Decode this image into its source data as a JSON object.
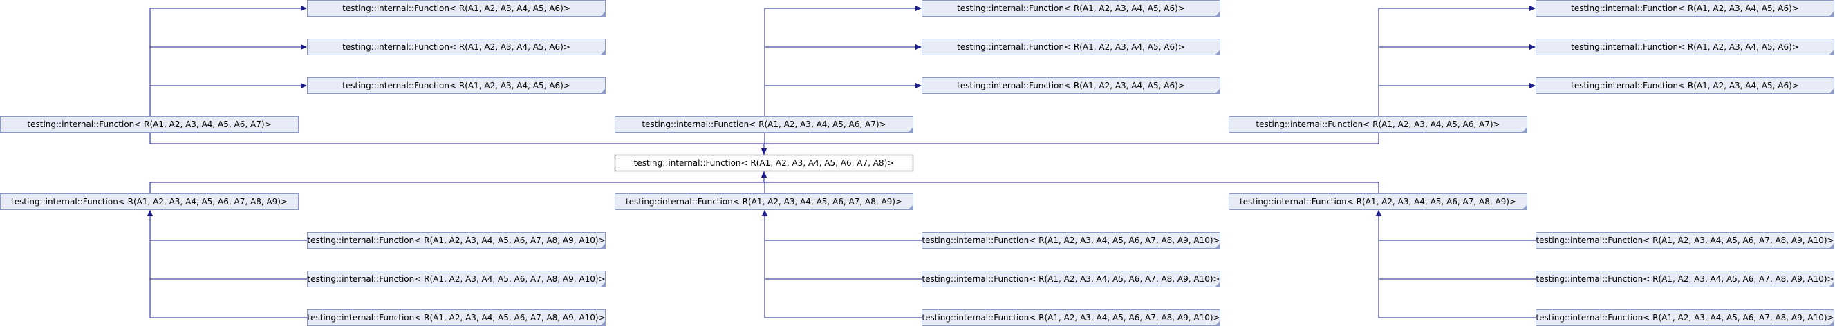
{
  "colors": {
    "node_fill": "#e8ecf7",
    "node_border": "#8c9ac8",
    "edge": "#1a1a8c",
    "main_border": "#000000"
  },
  "diagram": {
    "main": {
      "id": "m",
      "label": "testing::internal::Function< R(A1, A2, A3, A4, A5, A6, A7, A8)>"
    },
    "nodes": [
      {
        "id": "a7_l",
        "label": "testing::internal::Function< R(A1, A2, A3, A4, A5, A6, A7)>"
      },
      {
        "id": "a7_c",
        "label": "testing::internal::Function< R(A1, A2, A3, A4, A5, A6, A7)>"
      },
      {
        "id": "a7_r",
        "label": "testing::internal::Function< R(A1, A2, A3, A4, A5, A6, A7)>"
      },
      {
        "id": "a9_l",
        "label": "testing::internal::Function< R(A1, A2, A3, A4, A5, A6, A7, A8, A9)>"
      },
      {
        "id": "a9_c",
        "label": "testing::internal::Function< R(A1, A2, A3, A4, A5, A6, A7, A8, A9)>"
      },
      {
        "id": "a9_r",
        "label": "testing::internal::Function< R(A1, A2, A3, A4, A5, A6, A7, A8, A9)>"
      },
      {
        "id": "a6_l1",
        "label": "testing::internal::Function< R(A1, A2, A3, A4, A5, A6)>"
      },
      {
        "id": "a6_l2",
        "label": "testing::internal::Function< R(A1, A2, A3, A4, A5, A6)>"
      },
      {
        "id": "a6_l3",
        "label": "testing::internal::Function< R(A1, A2, A3, A4, A5, A6)>"
      },
      {
        "id": "a6_c1",
        "label": "testing::internal::Function< R(A1, A2, A3, A4, A5, A6)>"
      },
      {
        "id": "a6_c2",
        "label": "testing::internal::Function< R(A1, A2, A3, A4, A5, A6)>"
      },
      {
        "id": "a6_c3",
        "label": "testing::internal::Function< R(A1, A2, A3, A4, A5, A6)>"
      },
      {
        "id": "a6_r1",
        "label": "testing::internal::Function< R(A1, A2, A3, A4, A5, A6)>"
      },
      {
        "id": "a6_r2",
        "label": "testing::internal::Function< R(A1, A2, A3, A4, A5, A6)>"
      },
      {
        "id": "a6_r3",
        "label": "testing::internal::Function< R(A1, A2, A3, A4, A5, A6)>"
      },
      {
        "id": "a10_l1",
        "label": "testing::internal::Function< R(A1, A2, A3, A4, A5, A6, A7, A8, A9, A10)>"
      },
      {
        "id": "a10_l2",
        "label": "testing::internal::Function< R(A1, A2, A3, A4, A5, A6, A7, A8, A9, A10)>"
      },
      {
        "id": "a10_l3",
        "label": "testing::internal::Function< R(A1, A2, A3, A4, A5, A6, A7, A8, A9, A10)>"
      },
      {
        "id": "a10_c1",
        "label": "testing::internal::Function< R(A1, A2, A3, A4, A5, A6, A7, A8, A9, A10)>"
      },
      {
        "id": "a10_c2",
        "label": "testing::internal::Function< R(A1, A2, A3, A4, A5, A6, A7, A8, A9, A10)>"
      },
      {
        "id": "a10_c3",
        "label": "testing::internal::Function< R(A1, A2, A3, A4, A5, A6, A7, A8, A9, A10)>"
      },
      {
        "id": "a10_r1",
        "label": "testing::internal::Function< R(A1, A2, A3, A4, A5, A6, A7, A8, A9, A10)>"
      },
      {
        "id": "a10_r2",
        "label": "testing::internal::Function< R(A1, A2, A3, A4, A5, A6, A7, A8, A9, A10)>"
      },
      {
        "id": "a10_r3",
        "label": "testing::internal::Function< R(A1, A2, A3, A4, A5, A6, A7, A8, A9, A10)>"
      }
    ],
    "edges": [
      {
        "from": "a7_l",
        "to": "m"
      },
      {
        "from": "a7_c",
        "to": "m"
      },
      {
        "from": "a7_r",
        "to": "m"
      },
      {
        "from": "a9_l",
        "to": "m"
      },
      {
        "from": "a9_c",
        "to": "m"
      },
      {
        "from": "a9_r",
        "to": "m"
      },
      {
        "from": "a6_l1",
        "to": "a7_l"
      },
      {
        "from": "a6_l2",
        "to": "a7_l"
      },
      {
        "from": "a6_l3",
        "to": "a7_l"
      },
      {
        "from": "a6_c1",
        "to": "a7_c"
      },
      {
        "from": "a6_c2",
        "to": "a7_c"
      },
      {
        "from": "a6_c3",
        "to": "a7_c"
      },
      {
        "from": "a6_r1",
        "to": "a7_r"
      },
      {
        "from": "a6_r2",
        "to": "a7_r"
      },
      {
        "from": "a6_r3",
        "to": "a7_r"
      },
      {
        "from": "a10_l1",
        "to": "a9_l"
      },
      {
        "from": "a10_l2",
        "to": "a9_l"
      },
      {
        "from": "a10_l3",
        "to": "a9_l"
      },
      {
        "from": "a10_c1",
        "to": "a9_c"
      },
      {
        "from": "a10_c2",
        "to": "a9_c"
      },
      {
        "from": "a10_c3",
        "to": "a9_c"
      },
      {
        "from": "a10_r1",
        "to": "a9_r"
      },
      {
        "from": "a10_r2",
        "to": "a9_r"
      },
      {
        "from": "a10_r3",
        "to": "a9_r"
      }
    ]
  }
}
